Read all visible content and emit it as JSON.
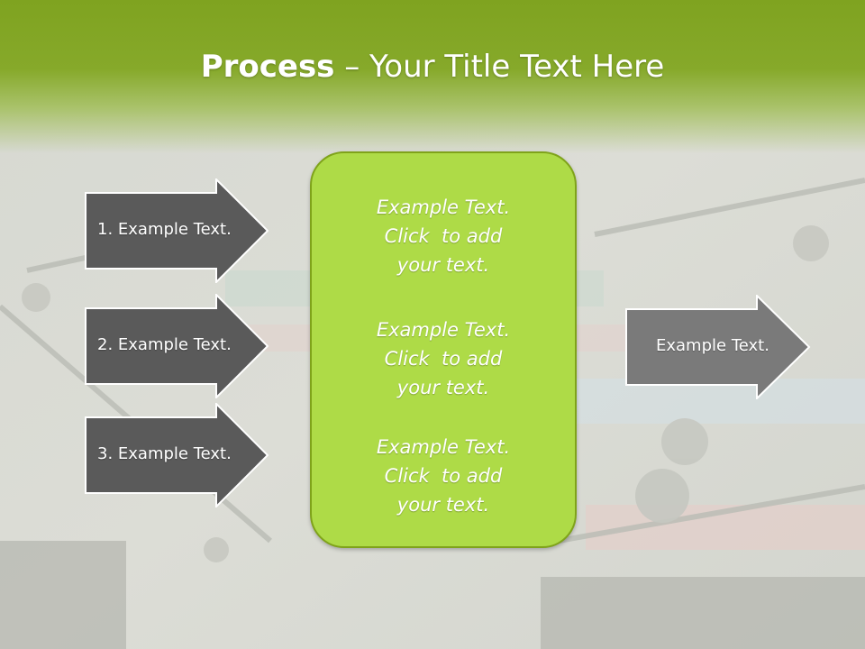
{
  "slide": {
    "title_bold": "Process",
    "title_rest": " – Your Title Text Here"
  },
  "process_steps": [
    {
      "label": "1. Example Text."
    },
    {
      "label": "2. Example Text."
    },
    {
      "label": "3. Example Text."
    }
  ],
  "center_blocks": [
    {
      "line1": "Example Text.",
      "line2": "Click  to add",
      "line3": "your text."
    },
    {
      "line1": "Example Text.",
      "line2": "Click  to add",
      "line3": "your text."
    },
    {
      "line1": "Example Text.",
      "line2": "Click  to add",
      "line3": "your text."
    }
  ],
  "output": {
    "label": "Example Text."
  },
  "colors": {
    "header_green": "#7fa320",
    "box_green": "#aedb47",
    "step_arrow": "#5a5a5a",
    "output_arrow": "#7a7a7a"
  }
}
